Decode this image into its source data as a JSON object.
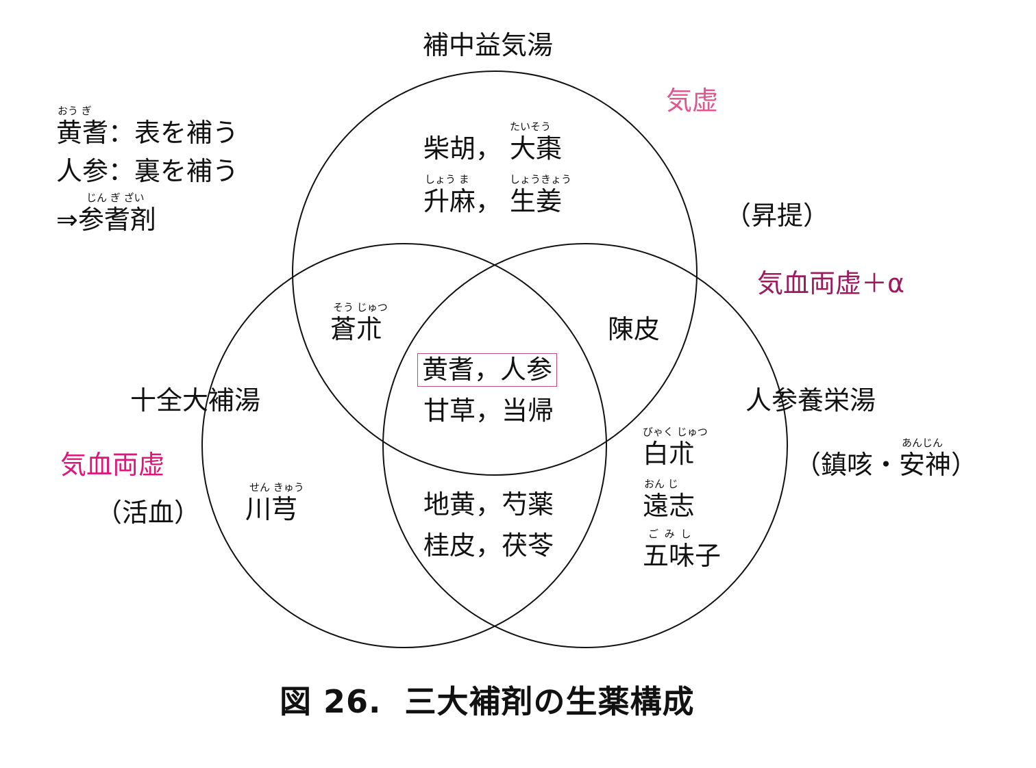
{
  "colors": {
    "stroke": "#111111",
    "kikyo": "#e0578f",
    "kiketsu": "#e0157a",
    "kiketsu_alpha": "#9a1b5e",
    "box_border": "#c44b72"
  },
  "sets": {
    "hochu": {
      "name": "補中益気湯",
      "type": "気虚",
      "role": "（昇提）"
    },
    "juzen": {
      "name": "十全大補湯",
      "type": "気血両虚",
      "role": "（活血）"
    },
    "ninjin": {
      "name": "人参養栄湯",
      "type": "気血両虚＋α",
      "role_open": "（鎮咳・",
      "role_anjin": "安神",
      "role_close": "）",
      "role_anjin_ruby": "あんじん"
    }
  },
  "regions": {
    "hochu_only": {
      "r1a": "柴胡，",
      "r1b": "大棗",
      "r1b_ruby": "たいそう",
      "r2a": "升麻，",
      "r2a_ruby": "しょう ま",
      "r2b": "生姜",
      "r2b_ruby": "しょうきょう"
    },
    "hochu_juzen": {
      "herb": "蒼朮",
      "ruby": "そう じゅつ"
    },
    "hochu_ninjin": {
      "herb": "陳皮"
    },
    "all_three": {
      "boxed": "黄耆，人参",
      "line2": "甘草，当帰"
    },
    "juzen_only": {
      "herb": "川芎",
      "ruby": "せん きゅう"
    },
    "juzen_ninjin": {
      "line1": "地黄，芍薬",
      "line2": "桂皮，茯苓"
    },
    "ninjin_only": {
      "h1": "白朮",
      "h1_ruby": "びゃく じゅつ",
      "h2": "遠志",
      "h2_ruby": "おん じ",
      "h3": "五味子",
      "h3_ruby": "ご み し"
    }
  },
  "notes": {
    "line1": "黄耆：表を補う",
    "line1_ruby": "おう ぎ",
    "line2": "人参：裏を補う",
    "line3": "⇒参耆剤",
    "line3_ruby": "じん ぎ ざい"
  },
  "caption": "図 26.  三大補剤の生薬構成"
}
